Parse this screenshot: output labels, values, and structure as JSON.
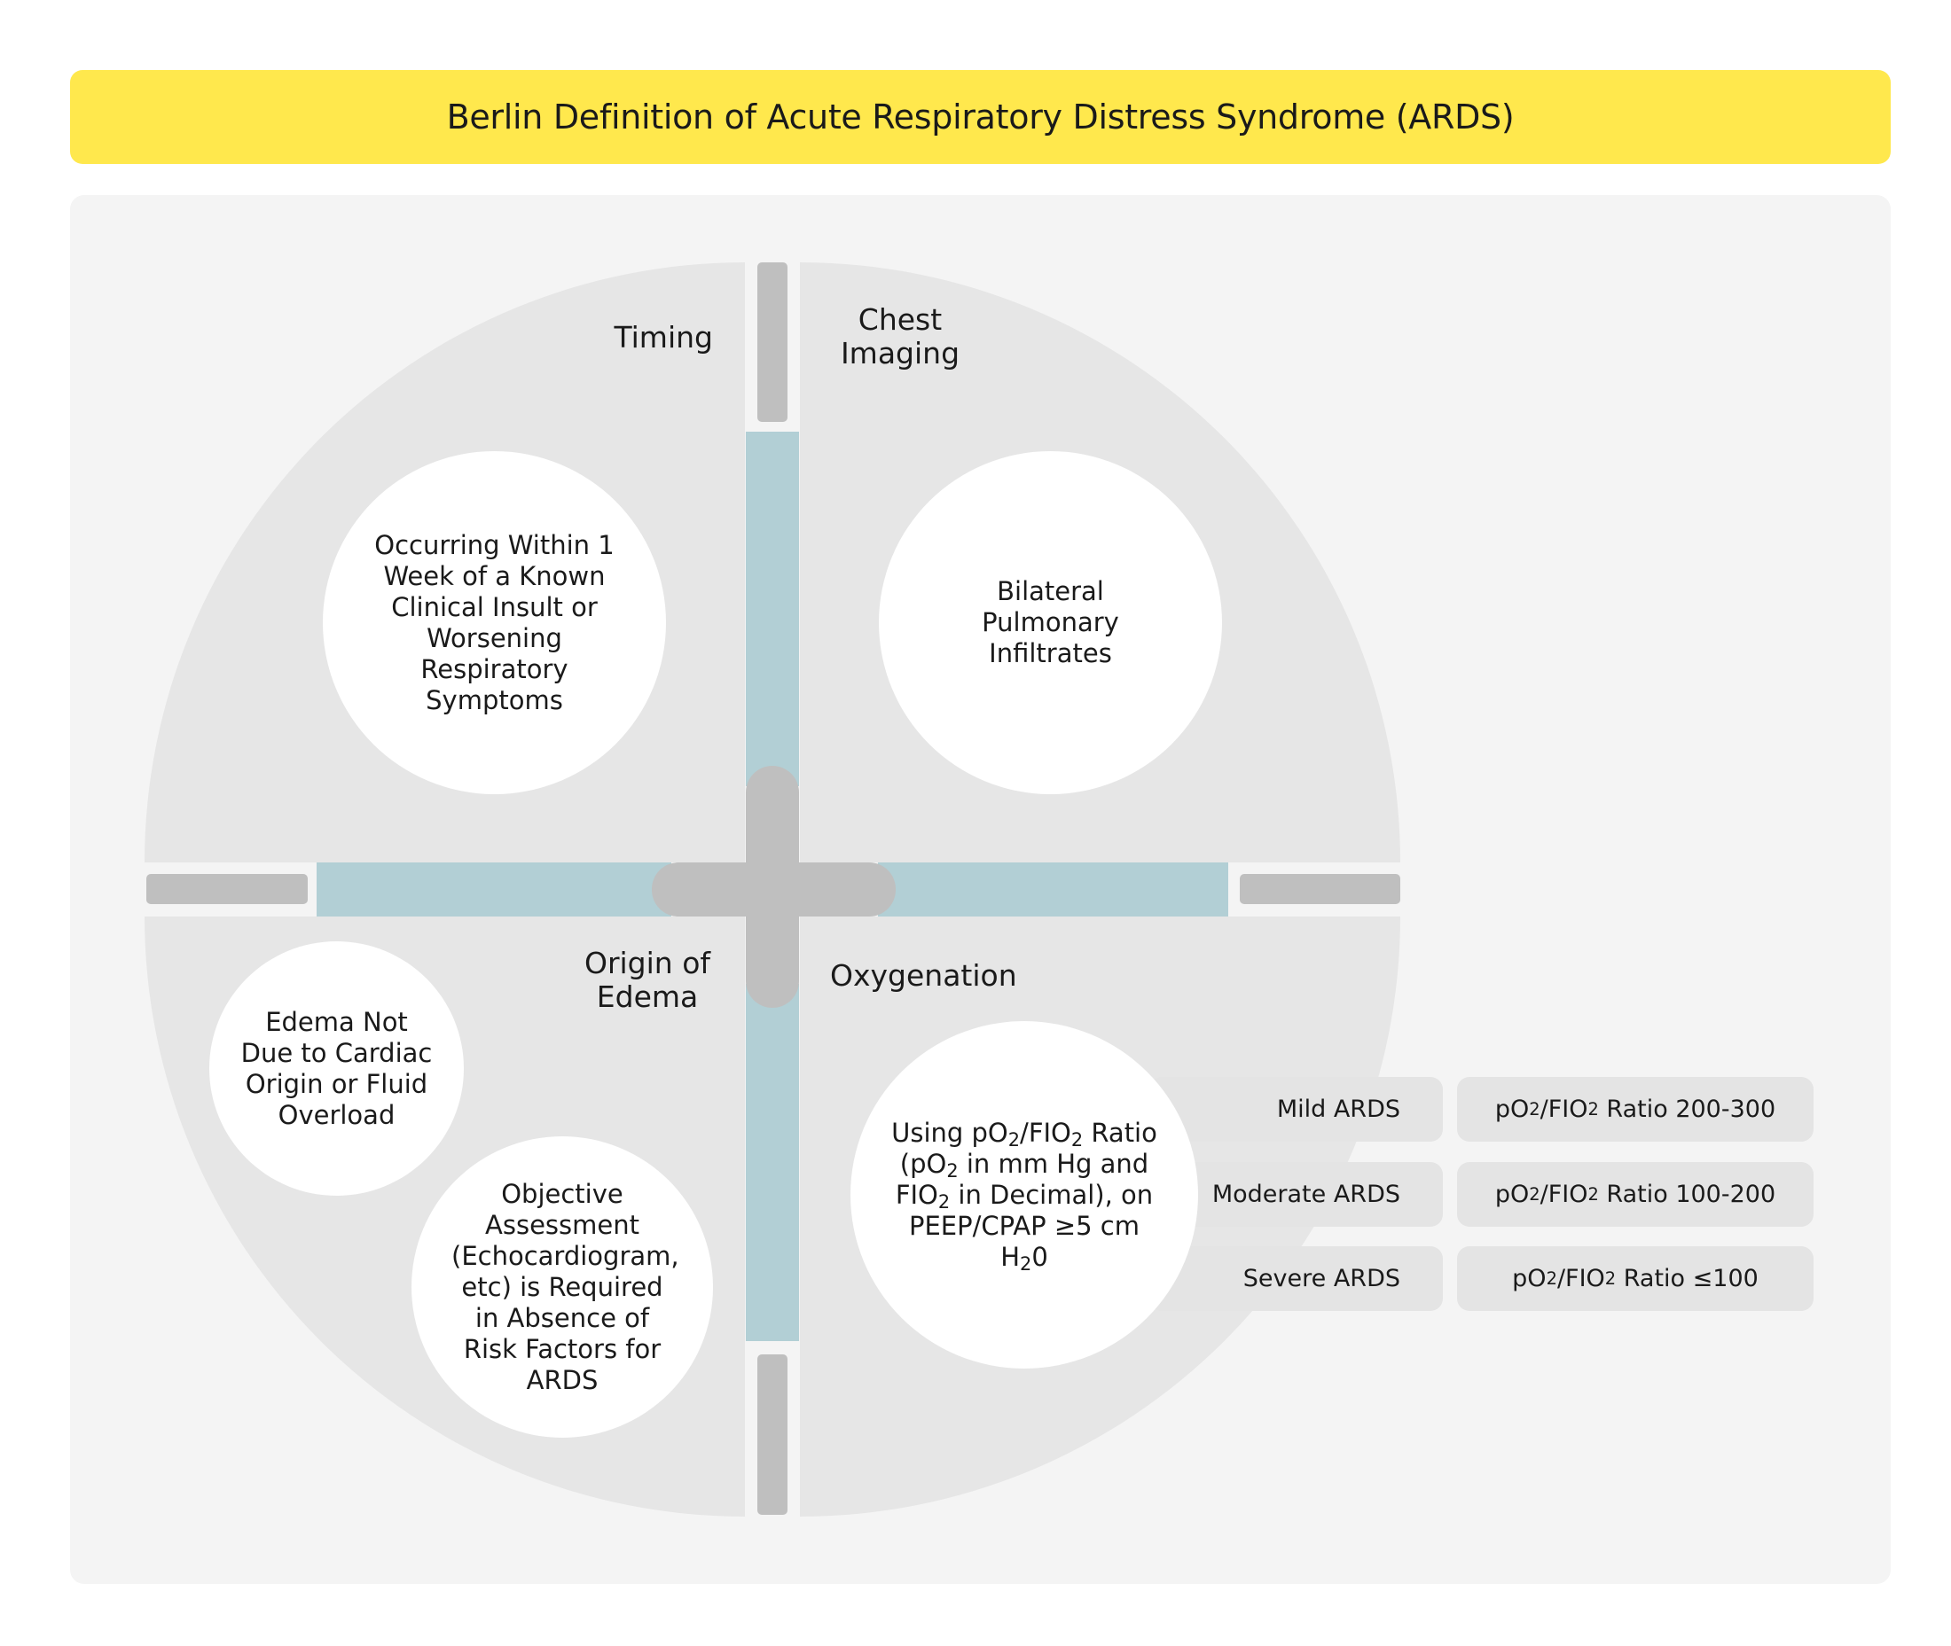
{
  "title": "Berlin Definition of Acute Respiratory Distress Syndrome (ARDS)",
  "quadrants": {
    "timing": {
      "label": "Timing",
      "description": "Occurring Within 1 Week of a Known Clinical Insult or Worsening Respiratory Symptoms"
    },
    "chest_imaging": {
      "label_line1": "Chest",
      "label_line2": "Imaging",
      "description": "Bilateral Pulmonary Infiltrates"
    },
    "origin_of_edema": {
      "label_line1": "Origin of",
      "label_line2": "Edema",
      "description_1": "Edema Not Due to Cardiac Origin or Fluid Overload",
      "description_2": "Objective Assessment (Echocardiogram, etc) is Required in Absence of Risk Factors for ARDS"
    },
    "oxygenation": {
      "label": "Oxygenation",
      "description": {
        "p1": "Using pO",
        "s1": "2",
        "p2": "/FIO",
        "s2": "2",
        "p3": " Ratio (pO",
        "s3": "2",
        "p4": " in mm Hg and FIO",
        "s4": "2",
        "p5": " in Decimal), on PEEP/CPAP ≥5 cm H",
        "s5": "2",
        "p6": "0"
      }
    }
  },
  "severity": [
    {
      "level": "Mild ARDS",
      "ratio": {
        "a": "pO",
        "b": "2",
        "c": "/FIO",
        "d": "2",
        "e": " Ratio 200-300"
      }
    },
    {
      "level": "Moderate ARDS",
      "ratio": {
        "a": "pO",
        "b": "2",
        "c": "/FIO",
        "d": "2",
        "e": " Ratio 100-200"
      }
    },
    {
      "level": "Severe ARDS",
      "ratio": {
        "a": "pO",
        "b": "2",
        "c": "/FIO",
        "d": "2",
        "e": " Ratio ≤100"
      }
    }
  ],
  "colors": {
    "title_bar": "#ffe84d",
    "panel": "#f4f4f4",
    "quadrant": "#e6e6e6",
    "axis_blue": "#b2cfd5",
    "axis_grey": "#bfbfbf"
  }
}
